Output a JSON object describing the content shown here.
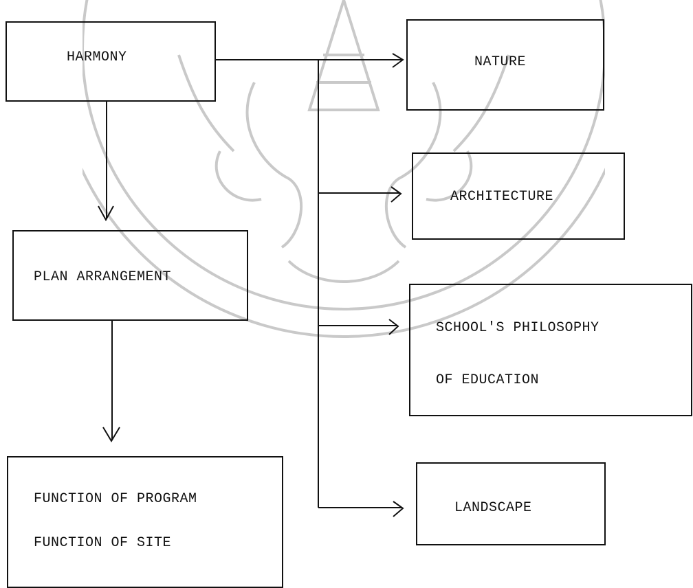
{
  "nodes": {
    "harmony": "HARMONY",
    "nature": "NATURE",
    "architecture": "ARCHITECTURE",
    "plan_arrangement": "PLAN ARRANGEMENT",
    "philosophy_line1": "SCHOOL'S PHILOSOPHY",
    "philosophy_line2": "OF EDUCATION",
    "function_line1": "FUNCTION OF PROGRAM",
    "function_line2": "FUNCTION OF SITE",
    "landscape": "LANDSCAPE"
  },
  "colors": {
    "ink": "#111111",
    "watermark": "#c9c9c9"
  }
}
